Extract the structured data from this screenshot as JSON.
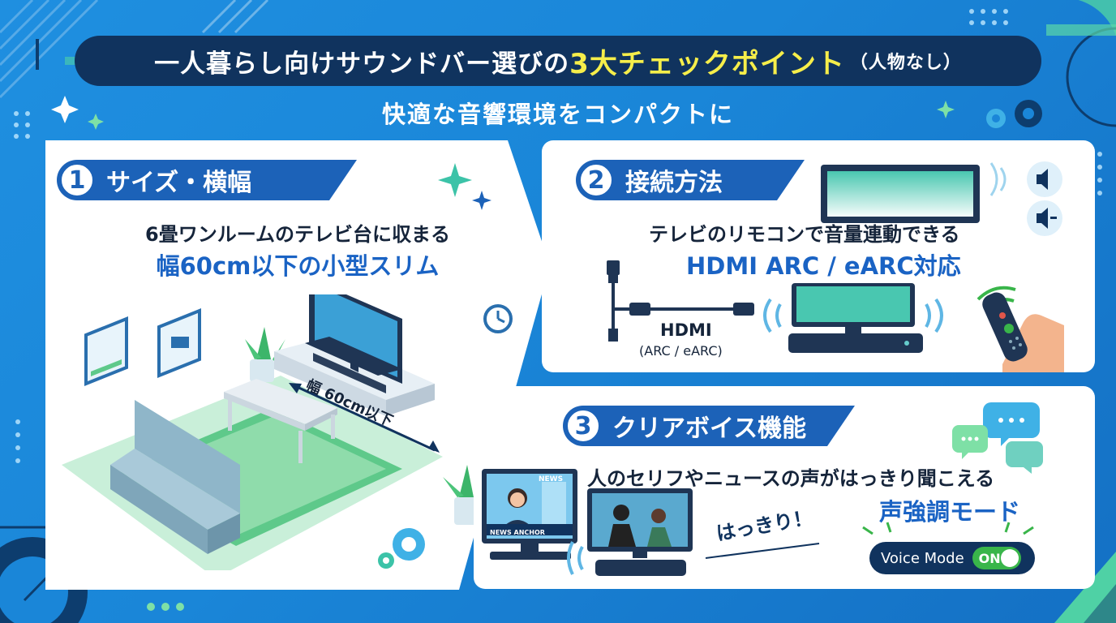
{
  "header": {
    "title_pre": "一人暮らし向けサウンドバー選びの",
    "title_highlight": "3大チェックポイント",
    "title_suffix": "（人物なし）",
    "subtitle": "快適な音響環境をコンパクトに"
  },
  "cards": [
    {
      "number": "1",
      "title": "サイズ・横幅",
      "line1": "6畳ワンルームのテレビ台に収まる",
      "line2": "幅60cm以下の小型スリム",
      "dimension_label": "幅 60cm以下"
    },
    {
      "number": "2",
      "title": "接続方法",
      "line1": "テレビのリモコンで音量連動できる",
      "line2": "HDMI ARC / eARC対応",
      "cable_label": "HDMI",
      "cable_sublabel": "(ARC / eARC)"
    },
    {
      "number": "3",
      "title": "クリアボイス機能",
      "line1": "人のセリフやニュースの声がはっきり聞こえる",
      "line2": "声強調モード",
      "exclaim": "はっきり！",
      "news_label": "NEWS ANCHOR",
      "news_badge": "NEWS",
      "toggle_label": "Voice Mode",
      "toggle_state": "ON"
    }
  ],
  "colors": {
    "background": "#1a86d8",
    "title_bar": "#10335e",
    "highlight": "#f6ee4a",
    "accent_blue": "#1c62b8",
    "accent_green": "#39b54a"
  }
}
